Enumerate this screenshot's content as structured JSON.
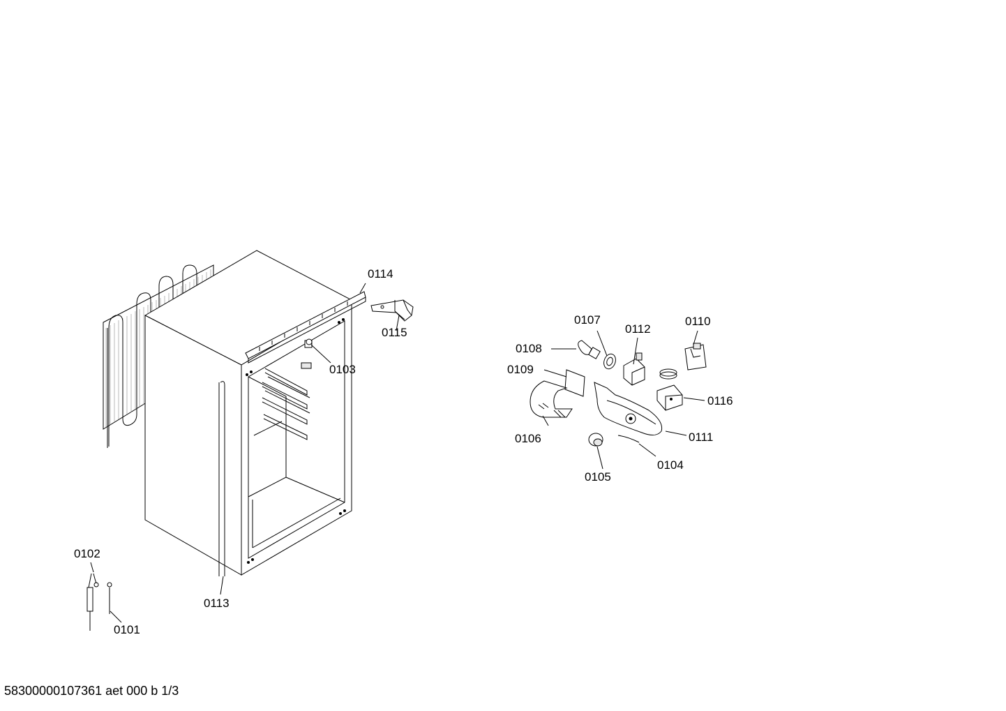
{
  "callouts": {
    "c0101": "0101",
    "c0102": "0102",
    "c0103": "0103",
    "c0104": "0104",
    "c0105": "0105",
    "c0106": "0106",
    "c0107": "0107",
    "c0108": "0108",
    "c0109": "0109",
    "c0110": "0110",
    "c0111": "0111",
    "c0112": "0112",
    "c0113": "0113",
    "c0114": "0114",
    "c0115": "0115",
    "c0116": "0116"
  },
  "footer": "58300000107361 aet 000 b 1/3"
}
